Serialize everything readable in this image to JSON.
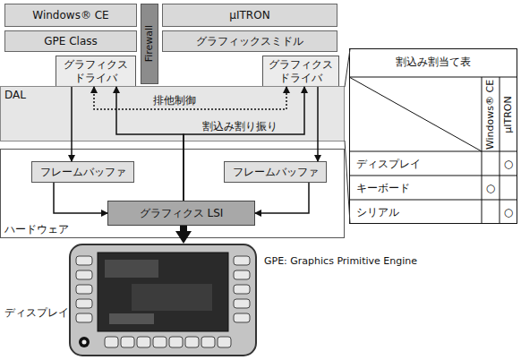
{
  "diagram": {
    "nodes": [
      {
        "text": [
          "Windows® CE"
        ]
      },
      {
        "text": [
          "GPE Class"
        ]
      },
      {
        "text": [
          "Firewall"
        ]
      },
      {
        "text": [
          "μITRON"
        ]
      },
      {
        "text": [
          "グラフィックスミドル"
        ]
      },
      {
        "text": [
          "グラフィクス ドライバ"
        ]
      },
      {
        "text": [
          "グラフィクス ドライバ"
        ]
      },
      {
        "text": [
          "DAL"
        ]
      },
      {
        "text": [
          "ハードウェア"
        ]
      },
      {
        "text": [
          "フレームバッファ"
        ],
        "in": 8
      },
      {
        "text": [
          "フレームバッファ"
        ],
        "in": 8
      },
      {
        "text": [
          "グラフィクス LSI"
        ],
        "in": 8
      },
      {
        "text": [
          "ディスプレイ"
        ]
      },
      {
        "text": [
          "割込み割当て表"
        ]
      }
    ],
    "edges": [
      {
        "from": 5,
        "to": 9,
        "arrow": "to"
      },
      {
        "from": 6,
        "to": 10,
        "arrow": "to"
      },
      {
        "from": 9,
        "to": 11,
        "arrow": "to"
      },
      {
        "from": 10,
        "to": 11,
        "arrow": "to"
      },
      {
        "from": 11,
        "to": 12,
        "arrow": "to"
      },
      {
        "from": 5,
        "to": 6,
        "label": "排他制御",
        "arrow": "both"
      },
      {
        "from": 11,
        "to": 5,
        "arrow": "to"
      },
      {
        "from": 11,
        "to": 6,
        "label": "割込み割り振り",
        "arrow": "to"
      }
    ],
    "labels": [
      "GPE: Graphics Primitive Engine",
      "Windows® CE",
      "μITRON",
      "ディスプレイ",
      "キーボード",
      "シリアル",
      "○",
      "○",
      "○"
    ]
  }
}
